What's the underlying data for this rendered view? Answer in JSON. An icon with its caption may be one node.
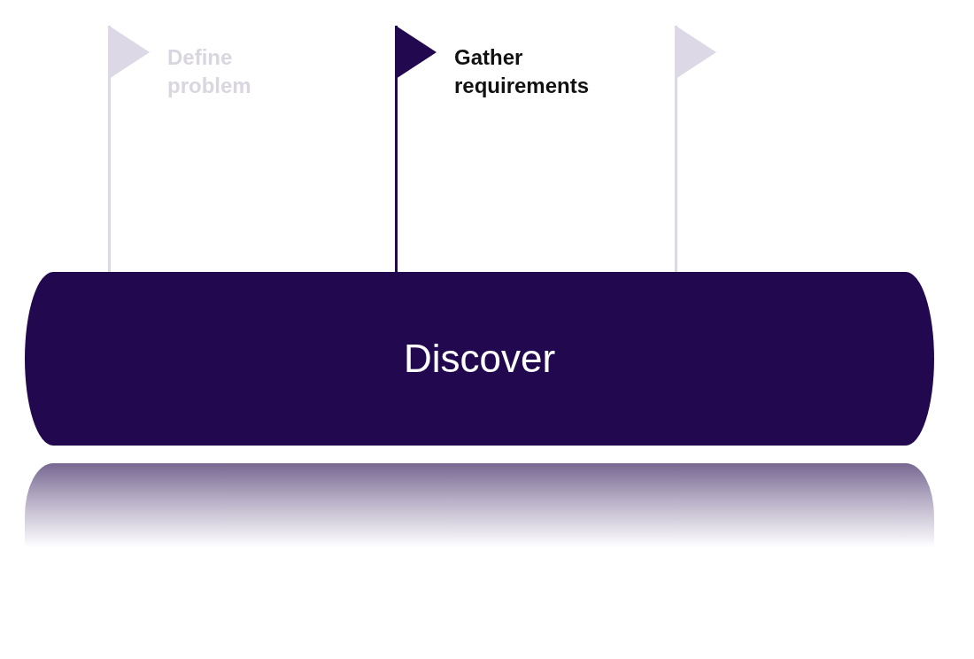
{
  "diagram": {
    "nodes": [
      {
        "text": [
          "Discover"
        ]
      },
      {
        "text": [
          "Define problem"
        ]
      },
      {
        "text": [
          "Gather requirements"
        ]
      },
      {
        "text": [],
        "shape": "flag"
      },
      {
        "text": [],
        "shape": "bar"
      }
    ]
  }
}
